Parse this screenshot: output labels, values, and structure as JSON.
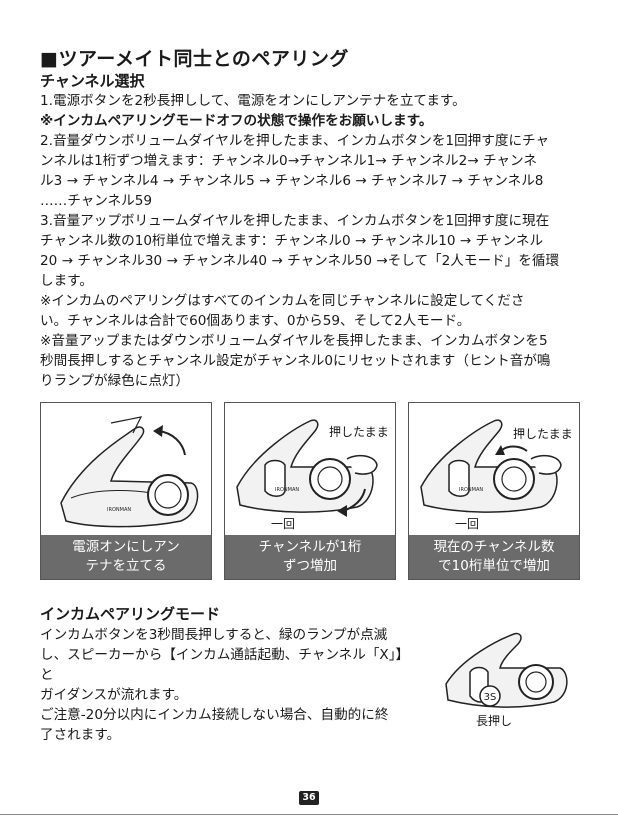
{
  "title": "■ツアーメイト同士とのペアリング",
  "channel_select": {
    "heading": "チャンネル選択",
    "lines": [
      "1.電源ボタンを2秒長押しして、電源をオンにしアンテナを立てます。",
      "※インカムペアリングモードオフの状態で操作をお願いします。",
      "2.音量ダウンボリュームダイヤルを押したまま、インカムボタンを1回押す度にチャ",
      "ンネルは1桁ずつ増えます：チャンネル0→チャンネル1→ チャンネル2→ チャンネ",
      "ル3 → チャンネル4 → チャンネル5 → チャンネル6 → チャンネル7 → チャンネル8",
      "……チャンネル59",
      "3.音量アップボリュームダイヤルを押したまま、インカムボタンを1回押す度に現在",
      "チャンネル数の10桁単位で増えます：チャンネル0 → チャンネル10 → チャンネル",
      "20 → チャンネル30 → チャンネル40 → チャンネル50 →そして「2人モード」を循環",
      "します。",
      "※インカムのペアリングはすべてのインカムを同じチャンネルに設定してくださ",
      "い。チャンネルは合計で60個あります、0から59、そして2人モード。",
      "※音量アップまたはダウンボリュームダイヤルを長押したまま、インカムボタンを5",
      "秒間長押しするとチャンネル設定がチャンネル0にリセットされます（ヒント音が鳴",
      "りランプが緑色に点灯）"
    ]
  },
  "panels": [
    {
      "caption_1": "電源オンにしアン",
      "caption_2": "テナを立てる"
    },
    {
      "caption_1": "チャンネルが1桁",
      "caption_2": "ずつ増加",
      "hold": "押したまま",
      "once": "一回"
    },
    {
      "caption_1": "現在のチャンネル数",
      "caption_2": "で10桁単位で増加",
      "hold": "押したまま",
      "once": "一回"
    }
  ],
  "brand_mark": "IRONMAN",
  "intercom_pairing": {
    "heading": "インカムペアリングモード",
    "lines": [
      "インカムボタンを3秒間長押しすると、緑のランプが点滅",
      "し、スピーカーから【インカム通話起動、チャンネル「X」】と",
      "ガイダンスが流れます。",
      "ご注意-20分以内にインカム接続しない場合、自動的に終",
      "了されます。"
    ],
    "timer": "3S",
    "long_press": "長押し"
  },
  "page_number": "36"
}
